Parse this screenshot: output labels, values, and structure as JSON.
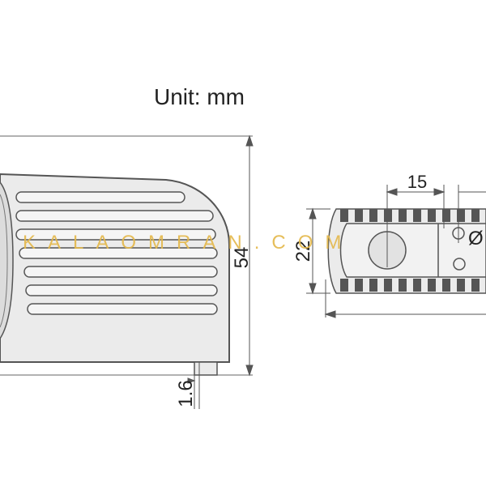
{
  "unit_label": "Unit: mm",
  "dimensions": {
    "height": "54",
    "width": "22",
    "hole_spacing": "15",
    "foot": "1.6",
    "diameter_symbol": "Ø"
  },
  "watermark": "KALAOMRAN.COM",
  "colors": {
    "body_fill": "#ebebeb",
    "line": "#555555",
    "watermark": "#e4b84a"
  }
}
